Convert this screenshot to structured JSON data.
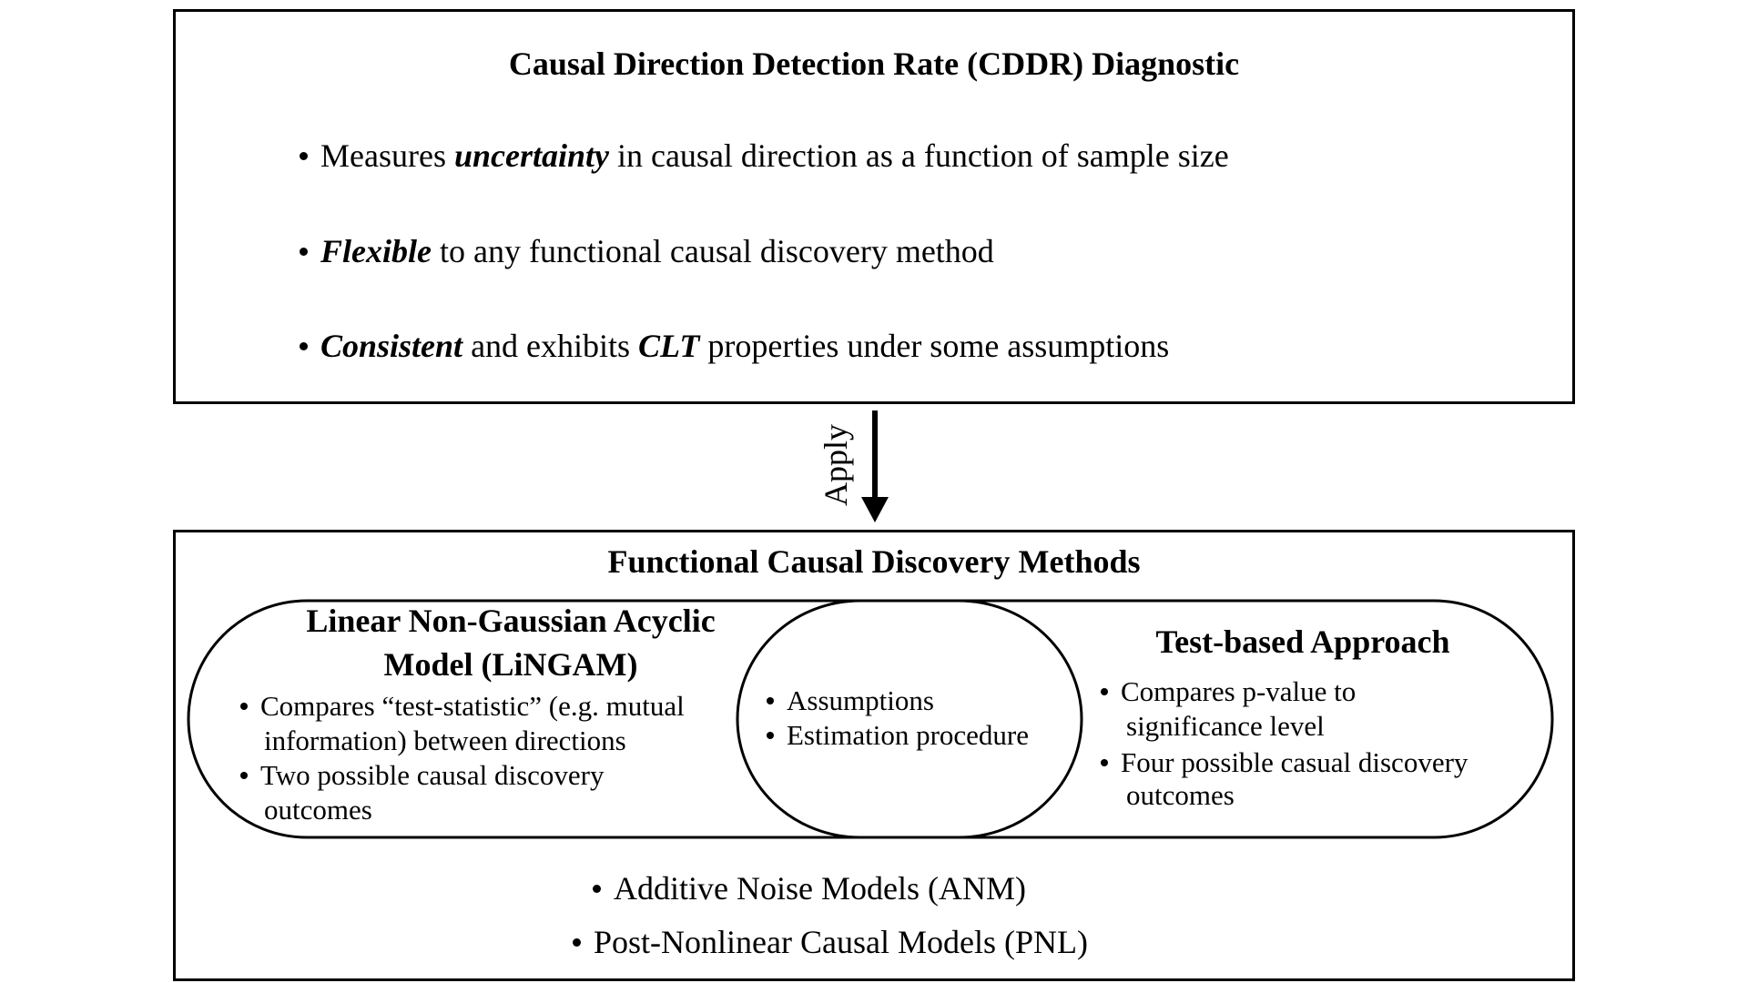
{
  "top": {
    "title": "Causal Direction Detection Rate (CDDR) Diagnostic",
    "bullets": [
      {
        "pre": "Measures ",
        "em": "uncertainty",
        "post": " in causal direction as a function of sample size"
      },
      {
        "em": "Flexible",
        "post": " to any functional causal discovery method"
      },
      {
        "em": "Consistent",
        "mid": " and exhibits ",
        "em2": "CLT",
        "post": " properties under some assumptions"
      }
    ]
  },
  "arrow": {
    "label": "Apply"
  },
  "bottom": {
    "title": "Functional Causal Discovery Methods",
    "lingam": {
      "title_line1": "Linear Non-Gaussian Acyclic",
      "title_line2": "Model (LiNGAM)",
      "bullets": [
        [
          "Compares “test-statistic” (e.g. mutual",
          "information) between directions"
        ],
        [
          "Two possible causal discovery",
          "outcomes"
        ]
      ]
    },
    "shared": {
      "bullets": [
        "Assumptions",
        "Estimation procedure"
      ]
    },
    "test_based": {
      "title": "Test-based Approach",
      "bullets": [
        [
          "Compares p-value to",
          "significance level"
        ],
        [
          "Four possible casual discovery",
          "outcomes"
        ]
      ]
    },
    "others": [
      "Additive Noise Models (ANM)",
      "Post-Nonlinear Causal Models (PNL)"
    ]
  }
}
